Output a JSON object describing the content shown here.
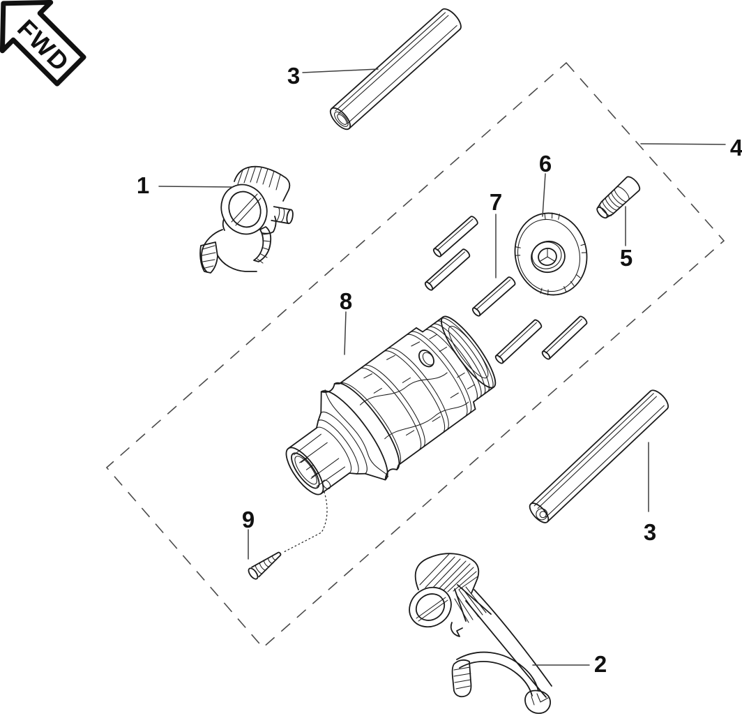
{
  "direction_indicator": {
    "label": "FWD"
  },
  "callouts": {
    "1": "1",
    "2": "2",
    "3_top": "3",
    "3_bottom": "3",
    "4": "4",
    "5": "5",
    "6": "6",
    "7": "7",
    "8": "8",
    "9": "9"
  },
  "colors": {
    "line": "#1a1a1a",
    "leader": "#3d3d3d",
    "dashed_boundary": "#4a4a4a",
    "background": "#ffffff"
  }
}
